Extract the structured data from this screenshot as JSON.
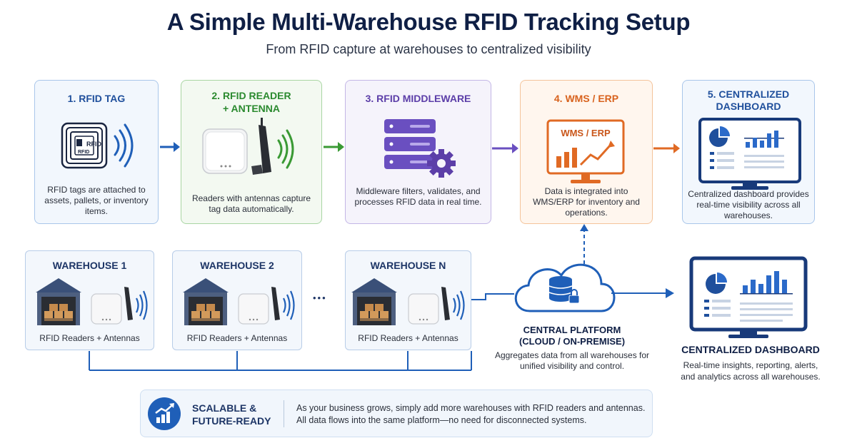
{
  "title": "A Simple Multi-Warehouse RFID Tracking Setup",
  "subtitle": "From RFID capture at warehouses to centralized visibility",
  "steps": [
    {
      "title": "1. RFID TAG",
      "description": "RFID tags are attached to assets, pallets, or inventory items.",
      "tag_label_1": "RFID",
      "tag_label_2": "RFID",
      "color": "#1f4f9c"
    },
    {
      "title_line1": "2. RFID READER",
      "title_line2": "+ ANTENNA",
      "description": "Readers with antennas capture tag data automatically.",
      "color": "#2b8a2f"
    },
    {
      "title": "3. RFID MIDDLEWARE",
      "description": "Middleware filters, validates, and processes RFID data in real time.",
      "color": "#5c3ea8"
    },
    {
      "title": "4. WMS / ERP",
      "screen_label": "WMS / ERP",
      "description": "Data is integrated into WMS/ERP for inventory and operations.",
      "color": "#d8621d"
    },
    {
      "title_line1": "5. CENTRALIZED",
      "title_line2": "DASHBOARD",
      "description": "Centralized dashboard provides real-time visibility across all warehouses.",
      "color": "#1f4f9c"
    }
  ],
  "warehouses": [
    {
      "name": "WAREHOUSE 1",
      "caption": "RFID Readers + Antennas"
    },
    {
      "name": "WAREHOUSE 2",
      "caption": "RFID Readers + Antennas"
    },
    {
      "name": "WAREHOUSE N",
      "caption": "RFID Readers + Antennas"
    }
  ],
  "ellipsis": "•••",
  "platform": {
    "title_line1": "CENTRAL PLATFORM",
    "title_line2": "(CLOUD / ON-PREMISE)",
    "description": "Aggregates data from all warehouses for unified visibility and control."
  },
  "dashboard": {
    "title": "CENTRALIZED DASHBOARD",
    "description": "Real-time insights, reporting, alerts, and analytics across all warehouses."
  },
  "banner": {
    "title_line1": "SCALABLE &",
    "title_line2": "FUTURE-READY",
    "line1": "As your business grows, simply add more warehouses with RFID readers and antennas.",
    "line2": "All data flows into the same platform—no need for disconnected systems.",
    "icon": "growth-chart-icon"
  },
  "colors": {
    "navy": "#0f1f45",
    "blue": "#1f5fb8",
    "green": "#3a9a34",
    "purple": "#6a4fc0",
    "orange": "#e06a24"
  }
}
